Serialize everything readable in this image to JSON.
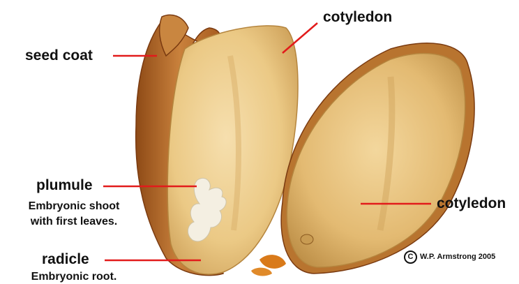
{
  "labels": {
    "seed_coat": "seed coat",
    "cotyledon_top": "cotyledon",
    "cotyledon_right": "cotyledon",
    "plumule": "plumule",
    "plumule_desc_line1": "Embryonic shoot",
    "plumule_desc_line2": "with first leaves.",
    "radicle": "radicle",
    "radicle_desc": "Embryonic root."
  },
  "copyright": {
    "symbol": "C",
    "text": "W.P. Armstrong 2005"
  },
  "colors": {
    "pointer_line": "#e21b1b",
    "label_text": "#111111",
    "background": "#ffffff",
    "cotyledon": "#e9c98a",
    "seed_coat": "#b86a28",
    "plumule": "#f4efe2"
  }
}
